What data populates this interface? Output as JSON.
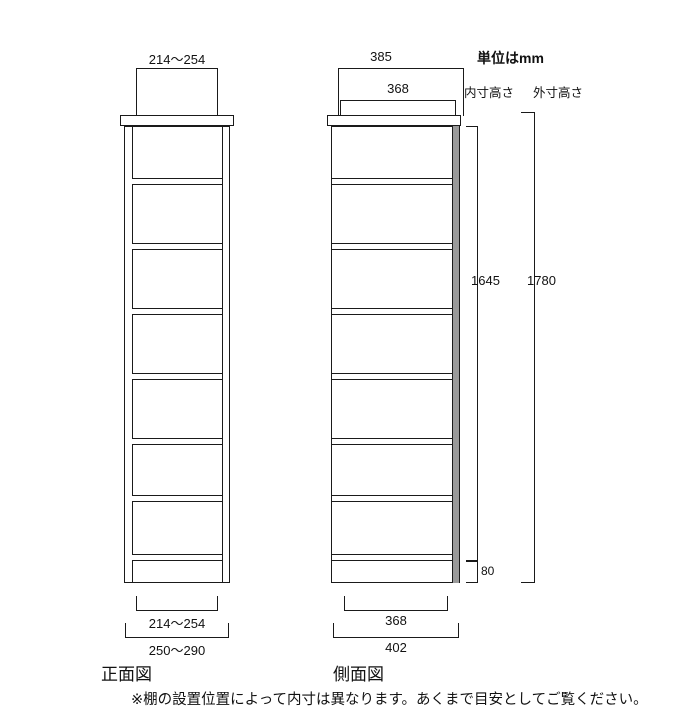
{
  "units_note": "単位はmm",
  "height_labels": {
    "inner": "内寸高さ",
    "outer": "外寸高さ"
  },
  "front_view": {
    "name": "正面図",
    "top_width": "214〜254",
    "bottom_inner_width": "214〜254",
    "bottom_outer_width": "250〜290"
  },
  "side_view": {
    "name": "側面図",
    "top_outer_depth": "385",
    "top_inner_depth": "368",
    "bottom_inner_depth": "368",
    "bottom_outer_depth": "402",
    "bottom_compartment_height": "80"
  },
  "heights": {
    "inner": "1645",
    "outer": "1780"
  },
  "footnote": "※棚の設置位置によって内寸は異なります。あくまで目安としてご覧ください。",
  "colors": {
    "line": "#1a1a1a",
    "back_panel": "#9a9a9a",
    "background": "#ffffff"
  }
}
